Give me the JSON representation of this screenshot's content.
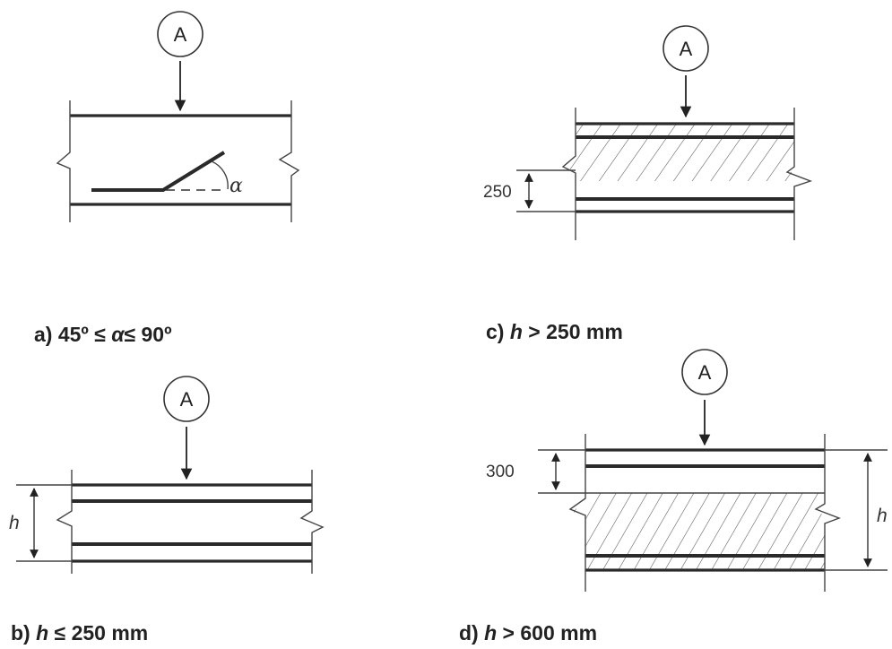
{
  "panels": {
    "a": {
      "marker": "A",
      "caption_prefix": "a)  45º ≤ ",
      "caption_symbol": "α",
      "caption_suffix": "≤ 90º",
      "angle_symbol": "α"
    },
    "b": {
      "marker": "A",
      "caption_prefix": "b)  ",
      "caption_var": "h",
      "caption_suffix": " ≤ 250 mm",
      "dim_label": "h"
    },
    "c": {
      "marker": "A",
      "caption_prefix": "c)  ",
      "caption_var": "h",
      "caption_suffix": " > 250 mm",
      "dim_label": "250"
    },
    "d": {
      "marker": "A",
      "caption_prefix": "d) ",
      "caption_var": "h",
      "caption_suffix": " > 600 mm",
      "dim_label_top": "300",
      "dim_label_right": "h"
    }
  }
}
